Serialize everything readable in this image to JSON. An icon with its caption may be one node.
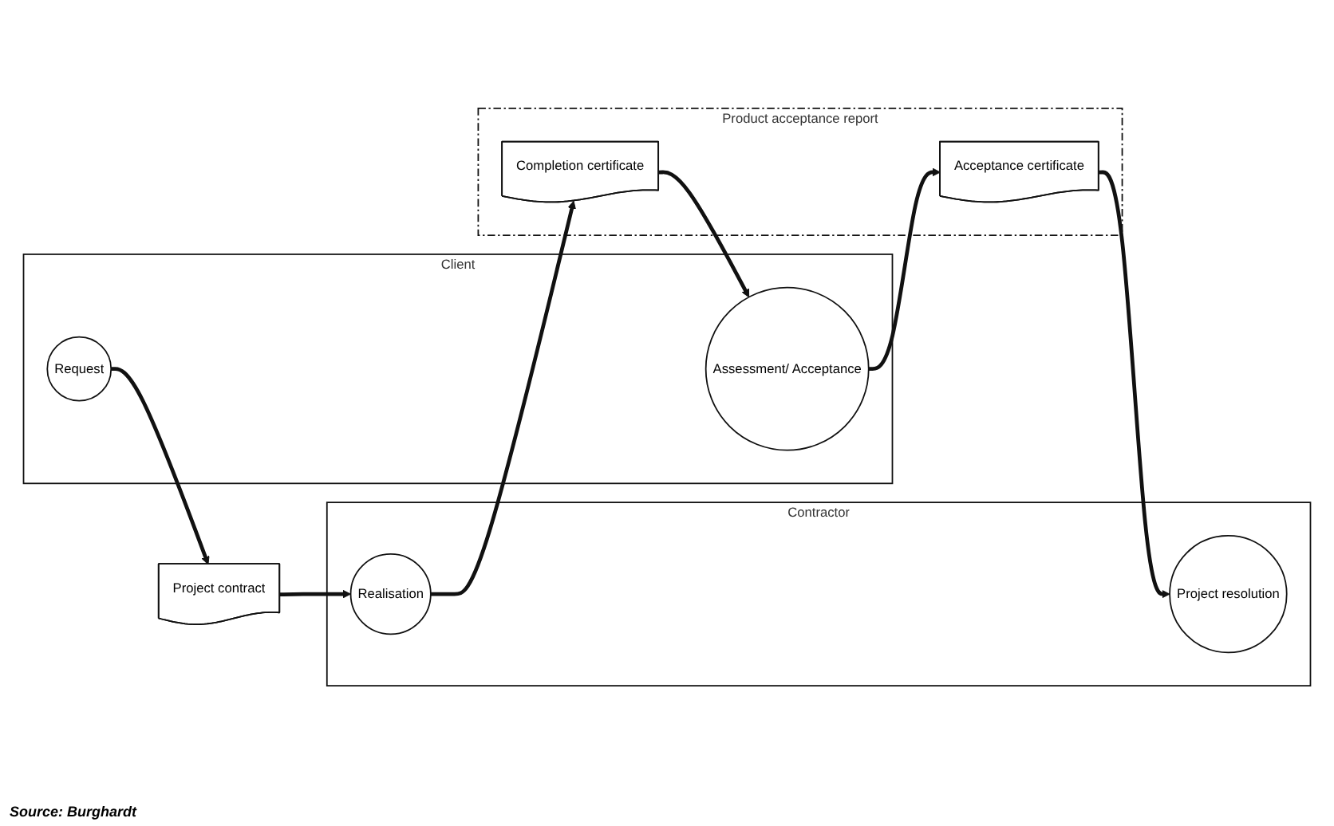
{
  "diagram": {
    "nodes": [
      {
        "text": [
          "Client"
        ]
      },
      {
        "text": [
          "Contractor"
        ]
      },
      {
        "text": [
          "Request"
        ],
        "in": 0
      },
      {
        "text": [
          "Project contract"
        ]
      },
      {
        "text": [
          "Realisation"
        ],
        "in": 1
      },
      {
        "text": [
          "Product acceptance report"
        ]
      },
      {
        "text": [
          "Completion certificate"
        ],
        "in": 5
      },
      {
        "text": [
          "Assessment/ Acceptance"
        ],
        "in": 0
      },
      {
        "text": [
          "Acceptance certificate"
        ],
        "in": 5
      },
      {
        "text": [
          "Project resolution"
        ],
        "in": 1
      }
    ],
    "edges": [
      {
        "from": 2,
        "to": 3,
        "arrow": "to"
      },
      {
        "from": 3,
        "to": 4,
        "arrow": "to"
      },
      {
        "from": 4,
        "to": 6,
        "arrow": "to"
      },
      {
        "from": 6,
        "to": 7,
        "arrow": "to"
      },
      {
        "from": 7,
        "to": 8,
        "arrow": "to"
      },
      {
        "from": 8,
        "to": 9,
        "arrow": "to"
      }
    ],
    "labels": [
      "Source: Burghardt"
    ]
  }
}
